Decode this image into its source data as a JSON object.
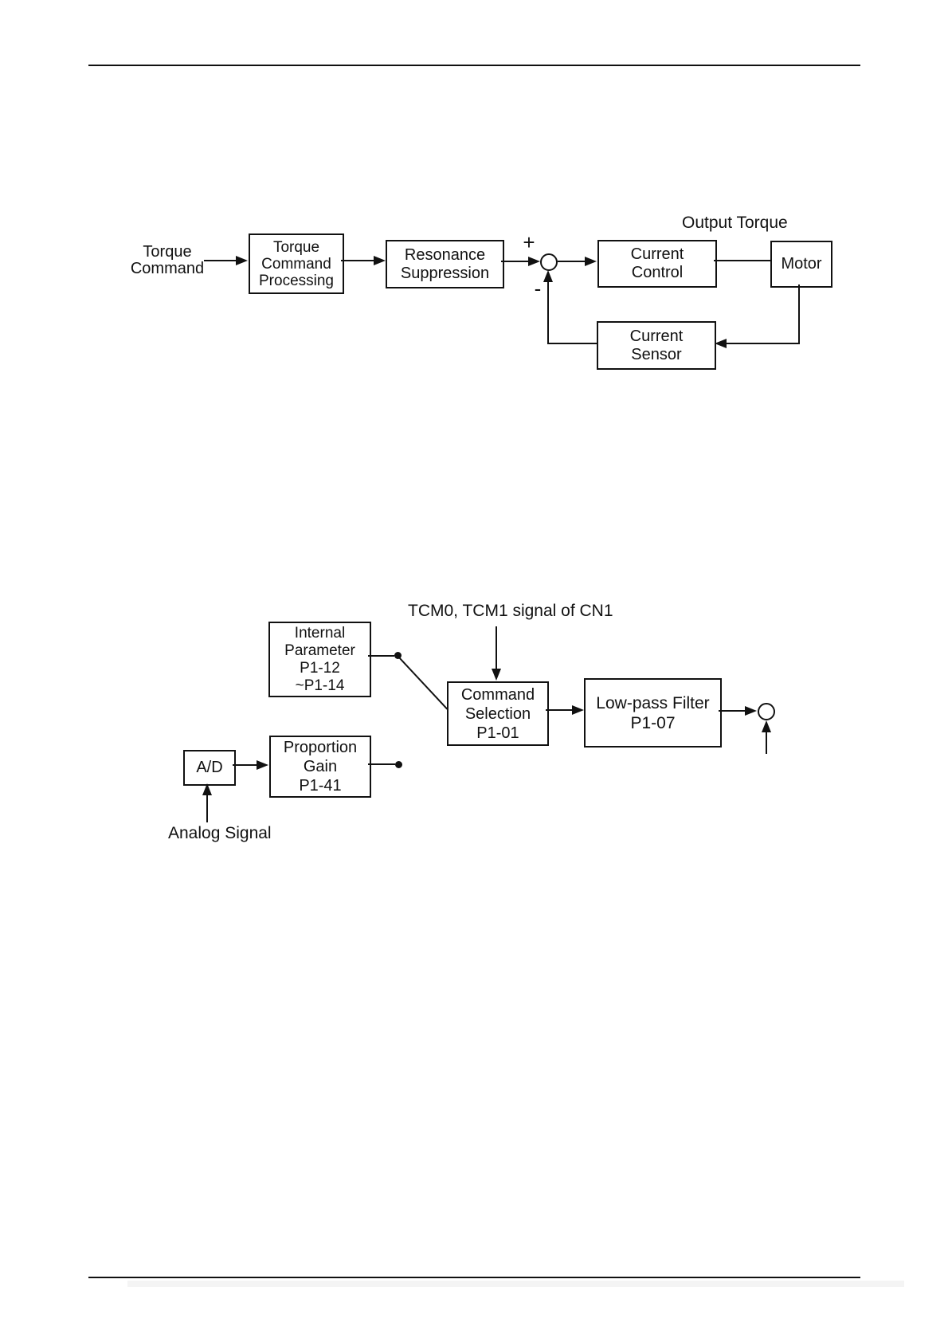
{
  "colors": {
    "ink": "#111111",
    "paper": "#ffffff"
  },
  "top_diagram": {
    "input_label": "Torque\nCommand",
    "output_label": "Output Torque",
    "plus": "+",
    "minus": "-",
    "blocks": {
      "torque_command_processing": "Torque\nCommand\nProcessing",
      "resonance_suppression": "Resonance\nSuppression",
      "current_control": "Current\nControl",
      "motor": "Motor",
      "current_sensor": "Current\nSensor"
    }
  },
  "bottom_diagram": {
    "tcm_signal_label": "TCM0, TCM1 signal of CN1",
    "analog_signal_label": "Analog Signal",
    "blocks": {
      "internal_parameter": "Internal\nParameter\nP1-12\n~P1-14",
      "command_selection": "Command\nSelection\nP1-01",
      "low_pass_filter": "Low-pass Filter\nP1-07",
      "ad_converter": "A/D",
      "proportion_gain": "Proportion\nGain\nP1-41"
    }
  }
}
